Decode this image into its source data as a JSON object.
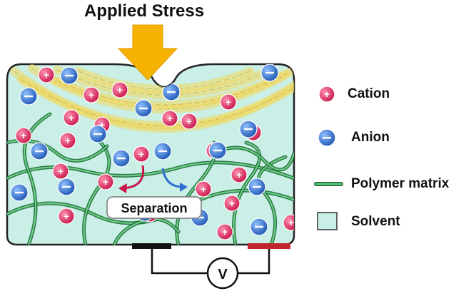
{
  "title": "Applied Stress",
  "separation_label": "Separation",
  "voltmeter_label": "V",
  "legend": [
    {
      "label": "Cation",
      "icon": "cation-icon"
    },
    {
      "label": "Anion",
      "icon": "anion-icon"
    },
    {
      "label": "Polymer matrix",
      "icon": "polymer-matrix-icon"
    },
    {
      "label": "Solvent",
      "icon": "solvent-icon"
    }
  ],
  "colors": {
    "cation": "#e0245e",
    "anion": "#2f6fd0",
    "polymer": "#3fa25a",
    "solvent": "#c9efe7",
    "stress_arrow": "#f5b300",
    "stress_zone": "#f3d75a",
    "electrode_left": "#111111",
    "electrode_right": "#c0262c"
  },
  "symbols": {
    "cation": "+",
    "anion": "−"
  }
}
